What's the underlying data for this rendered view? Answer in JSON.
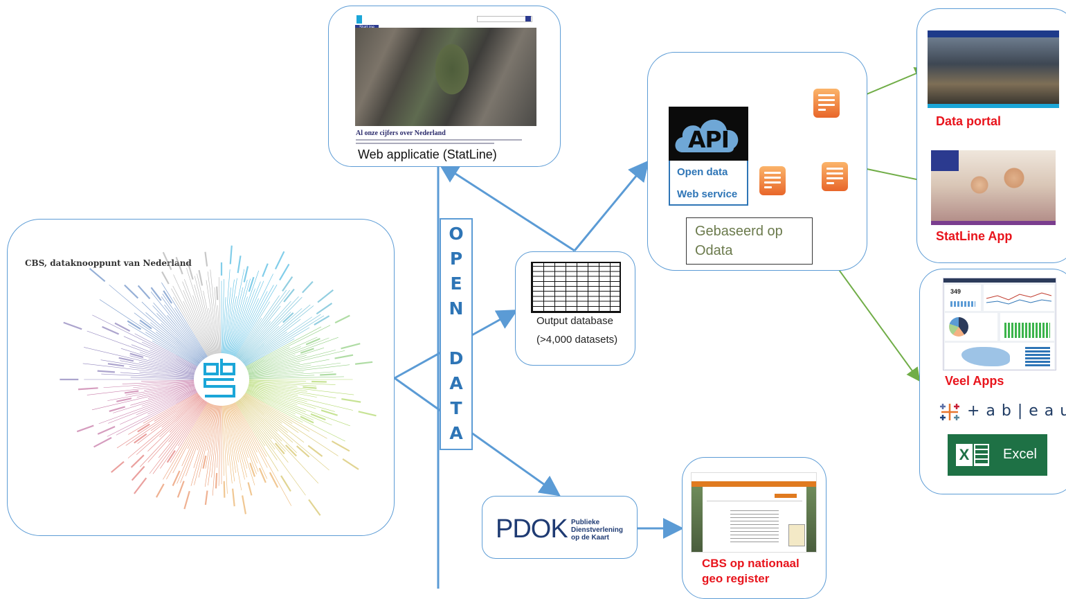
{
  "hub": {
    "title": "CBS, dataknooppunt van Nederland",
    "logo_text": "cbs"
  },
  "open_data": {
    "letters": [
      "O",
      "P",
      "E",
      "N",
      "D",
      "A",
      "T",
      "A"
    ]
  },
  "statline_web": {
    "caption": "Web applicatie (StatLine)",
    "banner_label": "StatLine",
    "headline": "Al onze cijfers over Nederland"
  },
  "output_db": {
    "line1": "Output database",
    "line2": "(>4,000 datasets)"
  },
  "api": {
    "logo": "API",
    "open_data": "Open data",
    "web_service": "Web service",
    "based_on_line1": "Gebaseerd op",
    "based_on_line2": "Odata"
  },
  "right_panel": {
    "data_portal": "Data portal",
    "statline_app": "StatLine App",
    "veel_apps": "Veel Apps",
    "dashboard_number": "349",
    "tableau": "+ a b | e a u",
    "excel": "Excel"
  },
  "pdok": {
    "logo": "PDOK",
    "sub1": "Publieke",
    "sub2": "Dienstverlening",
    "sub3": "op de Kaart"
  },
  "geo": {
    "line1": "CBS op nationaal",
    "line2": "geo register"
  },
  "colors": {
    "line_blue": "#5b9bd5",
    "arrow_green": "#70ad47",
    "title_red": "#e8141c",
    "cbs_cyan": "#1ba6d8",
    "api_blue": "#2e75b6"
  }
}
